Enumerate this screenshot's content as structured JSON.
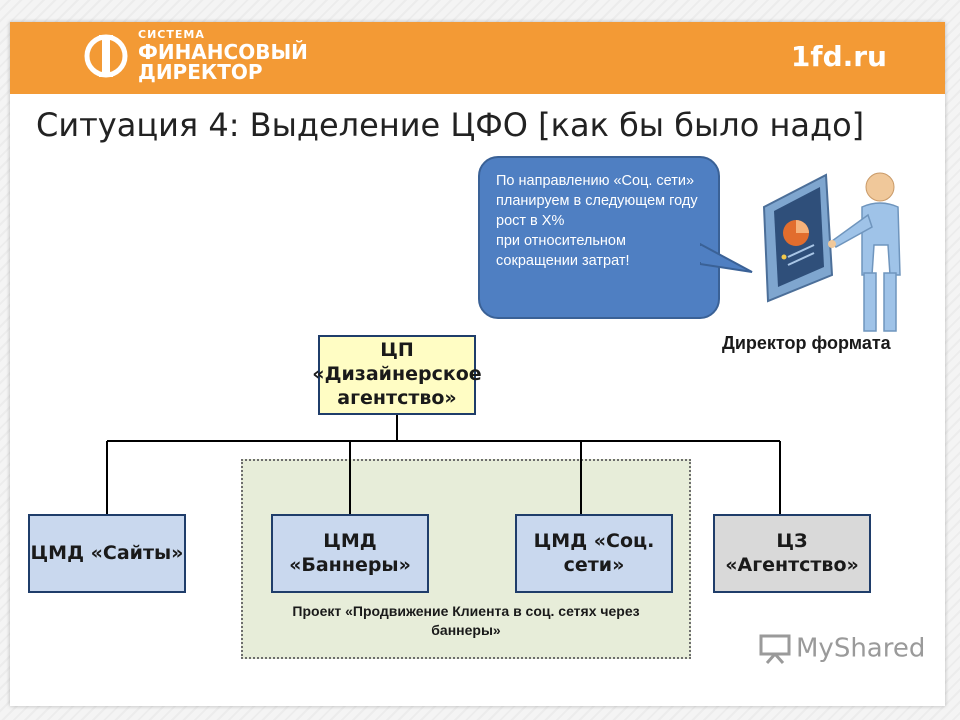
{
  "header": {
    "logo_line1": "СИСТЕМА",
    "logo_line2": "ФИНАНСОВЫЙ",
    "logo_line3": "ДИРЕКТОР",
    "site": "1fd.ru",
    "accent_color": "#f39a35"
  },
  "title": "Ситуация 4: Выделение ЦФО [как бы было надо]",
  "org_chart": {
    "root": "ЦП\n«Дизайнерское\nагентство»",
    "children": [
      {
        "label": "ЦМД «Сайты»",
        "color": "#c9d8ee"
      },
      {
        "label": "ЦМД\n«Баннеры»",
        "color": "#c9d8ee"
      },
      {
        "label": "ЦМД «Соц.\nсети»",
        "color": "#c9d8ee"
      },
      {
        "label": "ЦЗ «Агентство»",
        "color": "#d9d9d9"
      }
    ],
    "project_caption": "Проект «Продвижение Клиента в соц. сетях через баннеры»"
  },
  "speech_bubble": "По направлению «Соц. сети» планируем в следующем году рост в Х%\nпри относительном сокращении затрат!",
  "director_label": "Директор формата",
  "watermark": "MyShared"
}
